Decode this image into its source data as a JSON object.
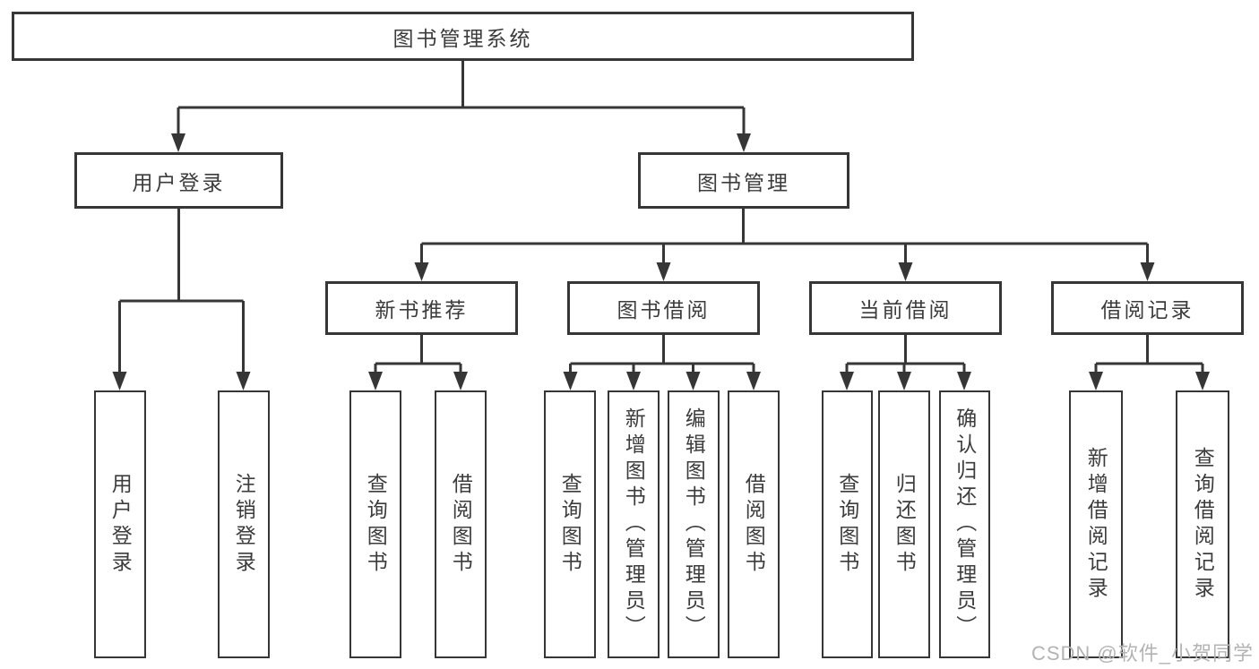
{
  "diagram": {
    "title": "图书管理系统",
    "branches": {
      "user_login": {
        "label": "用户登录",
        "children": [
          "用户登录",
          "注销登录"
        ]
      },
      "book_mgmt": {
        "label": "图书管理",
        "sections": {
          "new_books": {
            "label": "新书推荐",
            "children": [
              "查询图书",
              "借阅图书"
            ]
          },
          "borrowing": {
            "label": "图书借阅",
            "children": [
              "查询图书",
              "新增图书（管理员）",
              "编辑图书（管理员）",
              "借阅图书"
            ]
          },
          "current": {
            "label": "当前借阅",
            "children": [
              "查询图书",
              "归还图书",
              "确认归还（管理员）"
            ]
          },
          "records": {
            "label": "借阅记录",
            "children": [
              "新增借阅记录",
              "查询借阅记录"
            ]
          }
        }
      }
    }
  },
  "watermark": "CSDN @软件_小贺同学",
  "colors": {
    "line": "#363636",
    "text": "#3c3c3c",
    "box_background": "#ffffff",
    "watermark": "#b3b3b3"
  }
}
